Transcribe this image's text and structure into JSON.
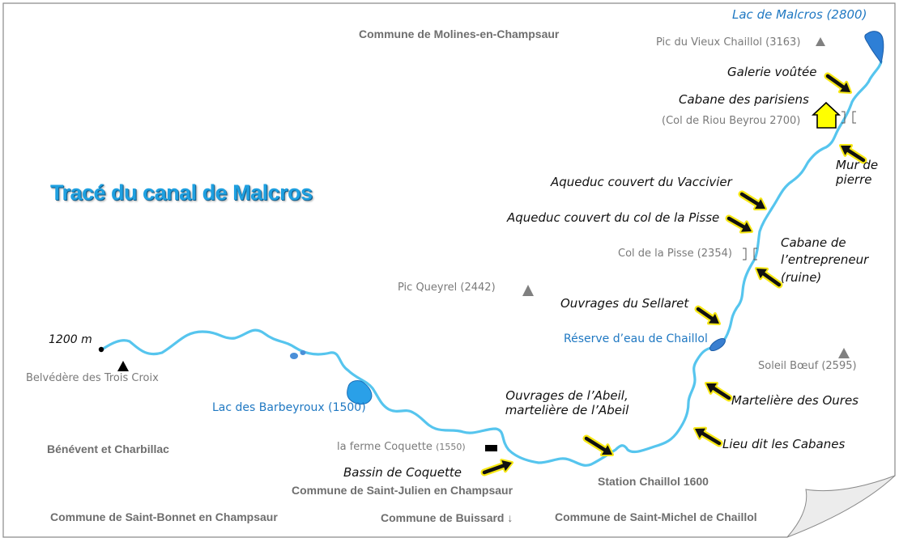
{
  "title": "Tracé du canal de Malcros",
  "communes": {
    "molines": "Commune de Molines-en-Champsaur",
    "benevent": "Bénévent et Charbillac",
    "saint_julien": "Commune de Saint-Julien en Champsaur",
    "saint_bonnet": "Commune de Saint-Bonnet en Champsaur",
    "buissard": "Commune de Buissard ↓",
    "saint_michel": "Commune de Saint-Michel de Chaillol"
  },
  "places": {
    "lac_malcros": "Lac de Malcros (2800)",
    "pic_vieux_chaillol": "Pic du Vieux Chaillol (3163)",
    "col_riou_beyrou": "(Col de Riou Beyrou 2700)",
    "col_pisse": "Col de la Pisse (2354)",
    "pic_queyrel": "Pic Queyrel (2442)",
    "reserve_chaillol": "Réserve d’eau de Chaillol",
    "soleil_boeuf": "Soleil Bœuf  (2595)",
    "altitude_start": "1200 m",
    "belvedere": "Belvédère des Trois Croix",
    "lac_barbeyroux": "Lac des Barbeyroux (1500)",
    "ferme_coquette": "la ferme Coquette",
    "ferme_coquette_alt": "(1550)",
    "station_chaillol": "Station Chaillol 1600"
  },
  "annotations": {
    "galerie": "Galerie voûtée",
    "cabane_parisiens": "Cabane des parisiens",
    "mur_pierre": "Mur de pierre",
    "aqueduc_vaccivier": "Aqueduc couvert du Vaccivier",
    "aqueduc_pisse": "Aqueduc couvert du col de la Pisse",
    "cabane_entrepreneur": "Cabane de l’entrepreneur (ruine)",
    "ouvrages_sellaret": "Ouvrages du Sellaret",
    "ouvrages_abeil": "Ouvrages de l’Abeil, martelière de l’Abeil",
    "marteliere_oures": "Martelière des Oures",
    "lieu_cabanes": "Lieu dit les Cabanes",
    "bassin_coquette": "Bassin de Coquette"
  },
  "colors": {
    "canal": "#56c5ee",
    "lake": "#2e7fd6",
    "arrow_fill": "#111111",
    "arrow_halo": "#f7e814",
    "cabin": "#ffff00",
    "title": "#1fa0e0",
    "peak": "#808080"
  }
}
